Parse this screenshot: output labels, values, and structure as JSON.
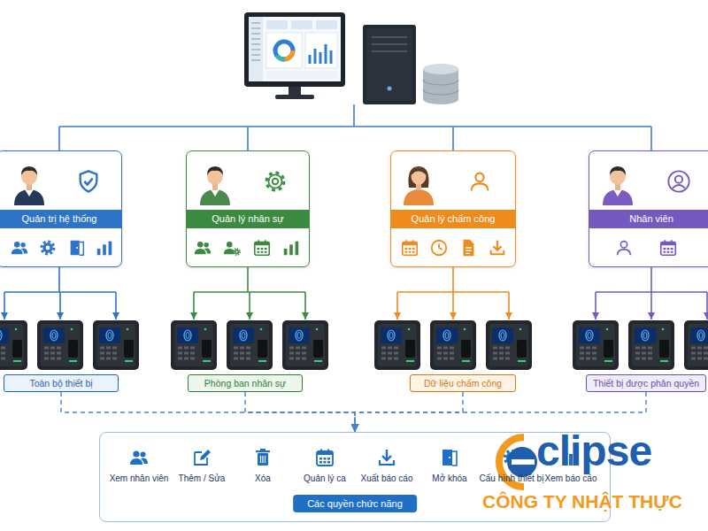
{
  "diagram": {
    "nodes": [
      {
        "text": [
          "Quản trị hệ thống"
        ]
      },
      {
        "text": [
          "Quản lý nhân sự"
        ]
      },
      {
        "text": [
          "Quản lý chấm công"
        ]
      },
      {
        "text": [
          "Nhân viên"
        ]
      },
      {
        "text": [
          "Toàn bộ thiết bị"
        ]
      },
      {
        "text": [
          "Phòng ban nhân sự"
        ]
      },
      {
        "text": [
          "Dữ liệu chấm công"
        ]
      },
      {
        "text": [
          "Thiết bị được phân quyền"
        ]
      },
      {
        "text": [
          "Các quyền chức năng"
        ]
      }
    ],
    "edges": [
      {
        "from": 4,
        "to": 8,
        "arrow": "to"
      },
      {
        "from": 5,
        "to": 8,
        "arrow": "to"
      },
      {
        "from": 6,
        "to": 8,
        "arrow": "to"
      },
      {
        "from": 7,
        "to": 8,
        "arrow": "to"
      }
    ],
    "labels": [
      "Xem nhân viên",
      "Thêm / Sửa",
      "Xóa",
      "Quản lý ca",
      "Xuất báo cáo",
      "Mở khóa",
      "Cấu hình thiết bị",
      "Xem báo cáo",
      "clipse",
      "CÔNG TY NHẬT THỰC"
    ]
  }
}
